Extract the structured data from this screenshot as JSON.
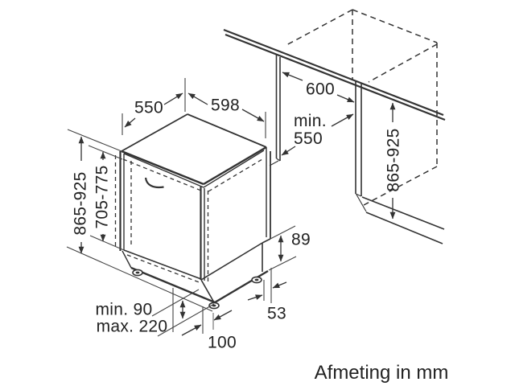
{
  "figure": {
    "caption": "Afmeting in mm",
    "ink_color": "#333333",
    "dimensions": {
      "top_width": "550",
      "body_depth": "598",
      "niche_width": "600",
      "niche_depth_line1": "min.",
      "niche_depth_line2": "550",
      "niche_height": "865-925",
      "appliance_height": "865-925",
      "door_panel_height": "705-775",
      "rear_step_height": "89",
      "rear_foot_offset": "53",
      "plinth_min": "min. 90",
      "plinth_max": "max. 220",
      "front_foot_depth": "100"
    }
  }
}
